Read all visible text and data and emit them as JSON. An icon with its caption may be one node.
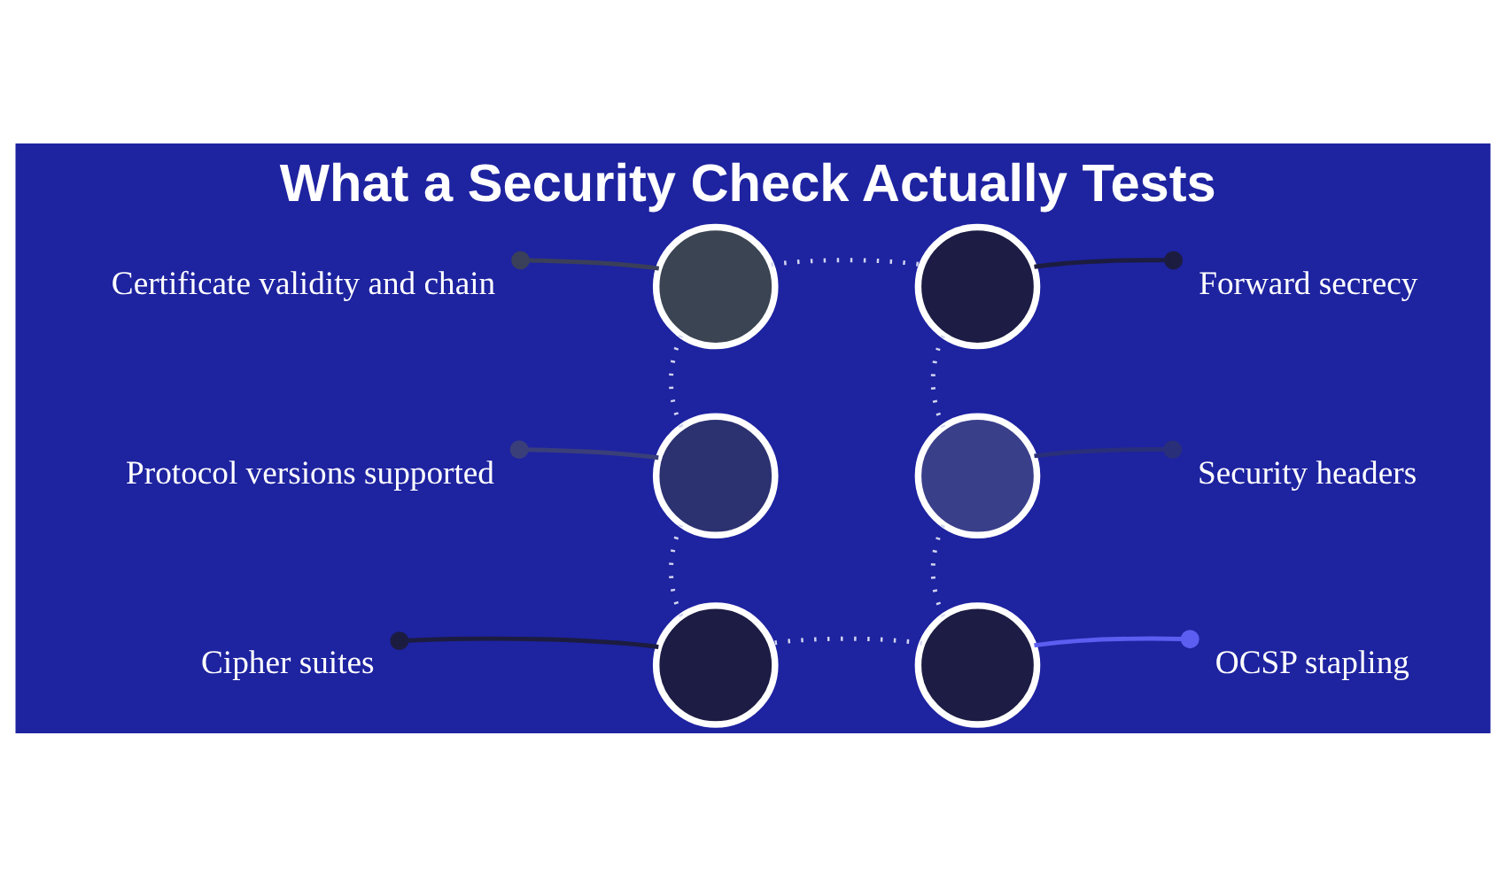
{
  "diagram": {
    "title": "What a Security Check Actually Tests",
    "nodes": [
      {
        "text": [
          "Certificate validity and chain"
        ]
      },
      {
        "text": [],
        "shape": "circle"
      },
      {
        "text": [
          "Forward secrecy"
        ]
      },
      {
        "text": [],
        "shape": "circle"
      },
      {
        "text": [
          "Protocol versions supported"
        ]
      },
      {
        "text": [],
        "shape": "circle"
      },
      {
        "text": [
          "Security headers"
        ]
      },
      {
        "text": [],
        "shape": "circle"
      },
      {
        "text": [
          "Cipher suites"
        ]
      },
      {
        "text": [],
        "shape": "circle"
      },
      {
        "text": [
          "OCSP stapling"
        ]
      },
      {
        "text": [],
        "shape": "circle"
      }
    ],
    "edges": [
      {
        "from": 0,
        "to": 1,
        "arrow": "other",
        "color": "#3a3f5a"
      },
      {
        "from": 2,
        "to": 3,
        "arrow": "other",
        "color": "#1c1c40"
      },
      {
        "from": 4,
        "to": 5,
        "arrow": "other",
        "color": "#3a3f7a"
      },
      {
        "from": 6,
        "to": 7,
        "arrow": "other",
        "color": "#2a2f7a"
      },
      {
        "from": 8,
        "to": 9,
        "arrow": "other",
        "color": "#1c1c40"
      },
      {
        "from": 10,
        "to": 11,
        "arrow": "other",
        "color": "#5b5ef0"
      },
      {
        "from": 1,
        "to": 3,
        "arrow": "none",
        "style": "dashed",
        "color": "#d0d4f0"
      },
      {
        "from": 3,
        "to": 7,
        "arrow": "none",
        "style": "dashed",
        "color": "#d0d4f0"
      },
      {
        "from": 7,
        "to": 11,
        "arrow": "none",
        "style": "dashed",
        "color": "#d0d4f0"
      },
      {
        "from": 11,
        "to": 9,
        "arrow": "none",
        "style": "dashed",
        "color": "#d0d4f0"
      },
      {
        "from": 9,
        "to": 5,
        "arrow": "none",
        "style": "dashed",
        "color": "#d0d4f0"
      },
      {
        "from": 5,
        "to": 1,
        "arrow": "none",
        "style": "dashed",
        "color": "#d0d4f0"
      }
    ]
  }
}
